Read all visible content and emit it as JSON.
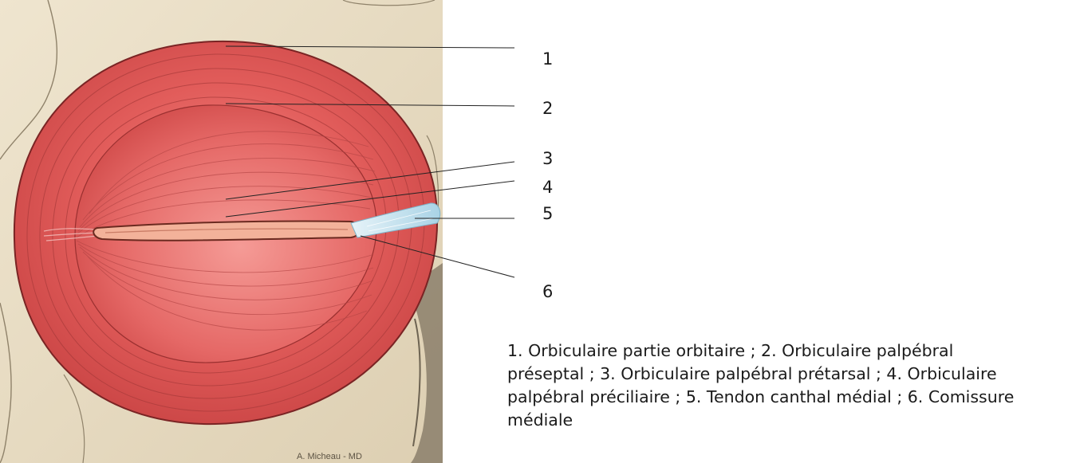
{
  "figure": {
    "signature": "A. Micheau - MD",
    "colors": {
      "bone": "#e8dcc4",
      "bone_shadow": "#a89a7e",
      "muscle": "#e05a5a",
      "muscle_dark": "#b83636",
      "eyelid": "#f3b29a",
      "tendon": "#bfe0ee",
      "leader_line": "#222222"
    }
  },
  "labels": [
    {
      "id": "1",
      "text": "1"
    },
    {
      "id": "2",
      "text": "2"
    },
    {
      "id": "3",
      "text": "3"
    },
    {
      "id": "4",
      "text": "4"
    },
    {
      "id": "5",
      "text": "5"
    },
    {
      "id": "6",
      "text": "6"
    }
  ],
  "legend": {
    "caption": "1. Orbiculaire partie orbitaire ; 2. Orbiculaire palpébral\npréseptal ; 3. Orbiculaire palpébral prétarsal ; 4. Orbiculaire\npalpébral préciliaire ; 5. Tendon canthal médial ; 6. Comissure\nmédiale"
  }
}
